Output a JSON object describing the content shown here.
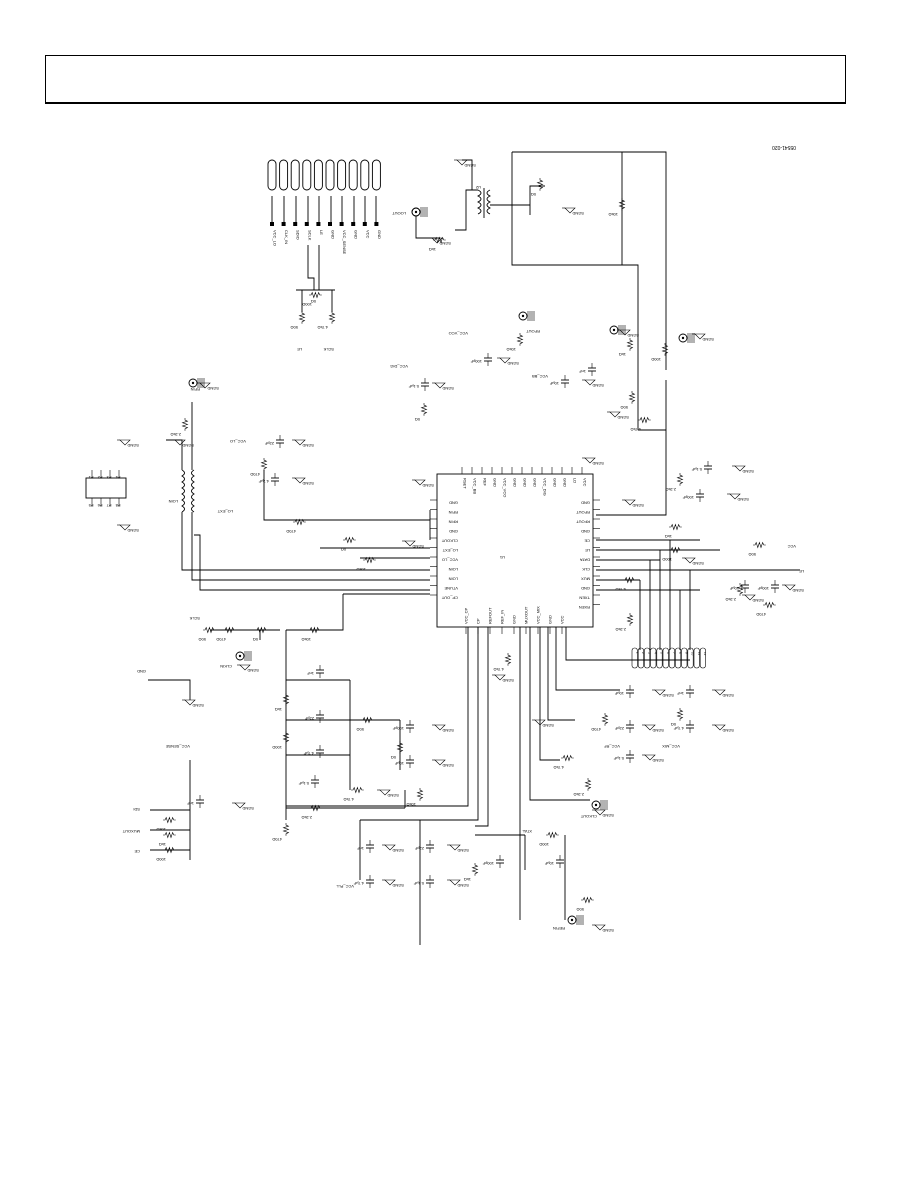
{
  "figure": {
    "code": "05541-020",
    "ic_ref": "U1",
    "ic2_ref": "U2"
  },
  "labels": {
    "vcc": "VCC",
    "sgnd": "SGND",
    "gnd": "GND",
    "vcc_dig": "VCC_DIG",
    "vcc_vco": "VCC_VCO",
    "vcc_lo": "VCC_LO",
    "vcc_bb": "VCC_BB",
    "vcc_mix": "VCC_MIX",
    "vcc_rf": "VCC_RF",
    "vcc_pll": "VCC_PLL",
    "vcc_sense": "VCC_SENSE",
    "rf_out": "RFOUT",
    "rf_in": "RFIN",
    "lo_out": "LOOUT",
    "lo_in": "LOIN",
    "clk_out": "CLKOUT",
    "clk_in": "CLKIN",
    "ref_in": "REFIN",
    "lo_ext": "LO_EXT",
    "sdi": "SDI",
    "sclk": "SCLK",
    "le": "LE",
    "mux": "MUXOUT",
    "ce": "CE",
    "xtal": "XTAL"
  },
  "left_ic_pins": [
    "GND",
    "RFIN",
    "RFIN",
    "GND",
    "CLKOUT",
    "LO_EXT",
    "VCC_LO",
    "LOIN",
    "LOIN",
    "VTUNE",
    "CP_OUT"
  ],
  "top_ic_pins": [
    "RSET",
    "VCC_BB",
    "REF",
    "GND",
    "VCC_VCO",
    "GND",
    "GND",
    "GND",
    "VCC_DIG",
    "GND",
    "GND",
    "LD",
    "VCC"
  ],
  "right_ic_pins": [
    "GND",
    "RFOUT",
    "RFOUT",
    "GND",
    "CE",
    "LE",
    "DATA",
    "CLK",
    "MUX",
    "GND",
    "TXEN",
    "RXEN"
  ],
  "bottom_ic_pins": [
    "VCC_CP",
    "CP",
    "REFOUT",
    "REF_IN",
    "GND",
    "MUXOUT",
    "VCC_MIX",
    "GND",
    "VCC"
  ],
  "top_connectors": [
    "VCC_LO",
    "CLK_IN",
    "SDIO",
    "SCLK",
    "LE",
    "GND",
    "VCC_SENSE",
    "GND",
    "VCC",
    "GND"
  ],
  "u2_pins": [
    "P1",
    "P2",
    "P3",
    "P4",
    "P5",
    "P6",
    "P7",
    "P8"
  ],
  "resistor_values": [
    "0Ω",
    "10kΩ",
    "1kΩ",
    "100Ω",
    "50Ω",
    "4.7kΩ",
    "2.2kΩ",
    "470Ω"
  ],
  "cap_values": [
    "0.1µF",
    "100pF",
    "10µF",
    "1nF",
    "22pF",
    "4.7µF"
  ],
  "header_pins": [
    "1",
    "2",
    "3",
    "4",
    "5",
    "6",
    "7",
    "8",
    "9",
    "10",
    "11",
    "12"
  ]
}
